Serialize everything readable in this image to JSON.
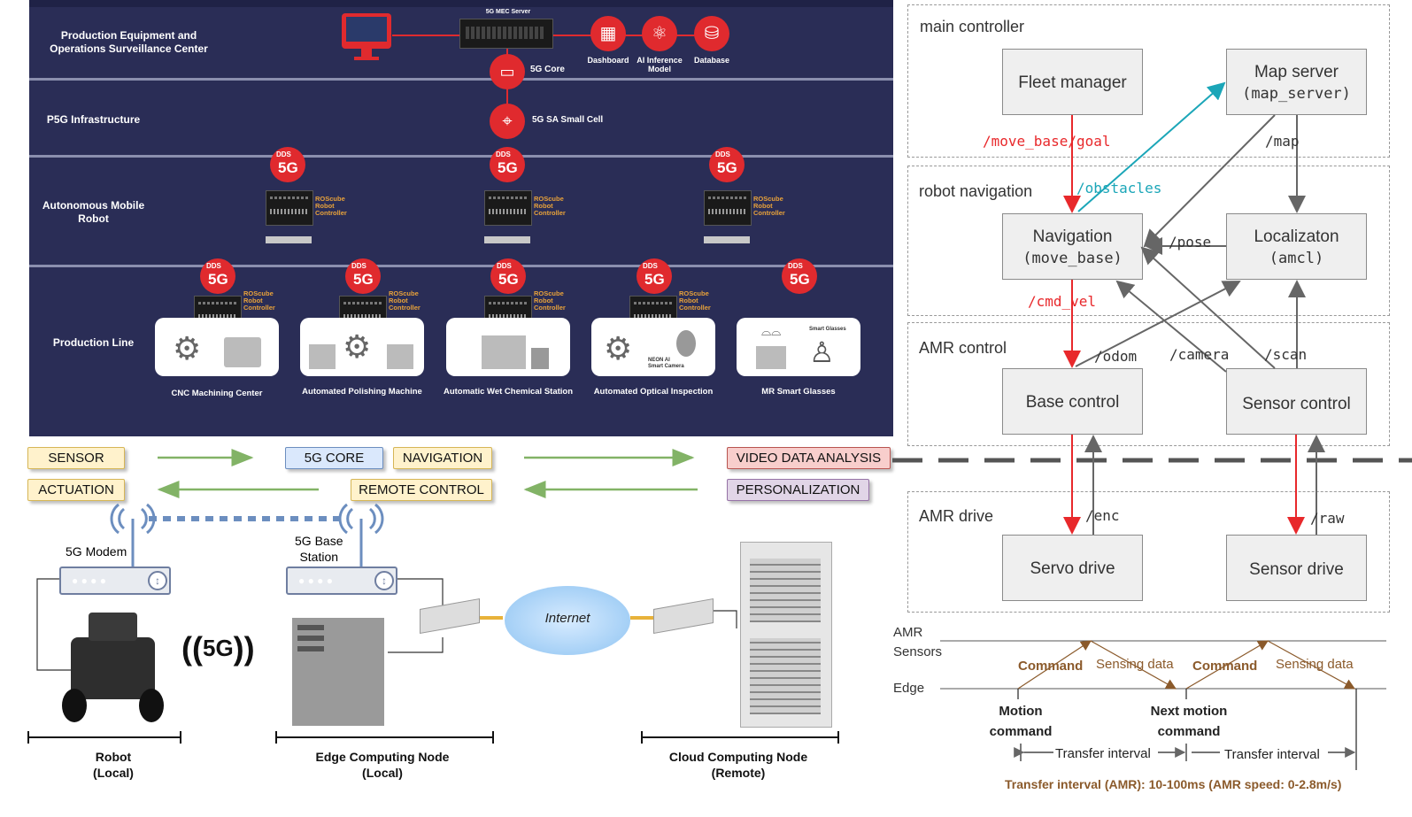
{
  "panel_a": {
    "bands": [
      {
        "label": "Production Equipment and\nOperations Surveillance Center"
      },
      {
        "label": "P5G Infrastructure"
      },
      {
        "label": "Autonomous Mobile\nRobot"
      },
      {
        "label": "Production Line"
      }
    ],
    "mec_server": "5G MEC Server",
    "core": "5G Core",
    "small_cell": "5G SA Small Cell",
    "services": [
      "Dashboard",
      "AI Inference\nModel",
      "Database"
    ],
    "dds": "DDS",
    "five_g": "5G",
    "controller_text": "ROScube\nRobot\nController",
    "smart_glasses": "Smart Glasses",
    "neon": "NEON AI\nSmart Camera",
    "stations": [
      "CNC Machining Center",
      "Automated Polishing Machine",
      "Automatic Wet Chemical Station",
      "Automated Optical Inspection",
      "MR Smart Glasses"
    ]
  },
  "panel_b": {
    "tags": {
      "sensor": "SENSOR",
      "actuation": "ACTUATION",
      "core": "5G CORE",
      "navigation": "NAVIGATION",
      "remote": "REMOTE CONTROL",
      "video": "VIDEO DATA ANALYSIS",
      "personal": "PERSONALIZATION"
    },
    "modem": "5G Modem",
    "base_station": "5G Base\nStation",
    "internet": "Internet",
    "badge": "5G",
    "nodes": [
      {
        "title": "Robot",
        "sub": "(Local)"
      },
      {
        "title": "Edge Computing Node",
        "sub": "(Local)"
      },
      {
        "title": "Cloud Computing Node",
        "sub": "(Remote)"
      }
    ],
    "colors": {
      "arrow": "#82b366",
      "link": "#6c8ebf"
    }
  },
  "panel_c": {
    "sections": [
      "main controller",
      "robot navigation",
      "AMR control",
      "AMR drive"
    ],
    "boxes": {
      "fleet": "Fleet manager",
      "map1": "Map server",
      "map2": "(map_server)",
      "nav1": "Navigation",
      "nav2": "(move_base)",
      "loc1": "Localizaton",
      "loc2": "(amcl)",
      "base": "Base control",
      "sensor": "Sensor control",
      "servo": "Servo drive",
      "sdrive": "Sensor drive"
    },
    "topics": {
      "goal": "/move_base/goal",
      "obstacles": "/obstacles",
      "map": "/map",
      "pose": "/pose",
      "cmd": "/cmd_vel",
      "odom": "/odom",
      "camera": "/camera",
      "scan": "/scan",
      "enc": "/enc",
      "raw": "/raw"
    },
    "timeline": {
      "amr": "AMR\nSensors",
      "edge": "Edge",
      "command": "Command",
      "sensing": "Sensing data",
      "motion": "Motion\ncommand",
      "next": "Next motion\ncommand",
      "transfer": "Transfer interval",
      "footer": "Transfer interval (AMR): 10-100ms (AMR speed: 0-2.8m/s)"
    },
    "colors": {
      "red": "#e8282b",
      "teal": "#1ba6b8",
      "gray": "#777777",
      "brown": "#8b5a2b"
    }
  }
}
